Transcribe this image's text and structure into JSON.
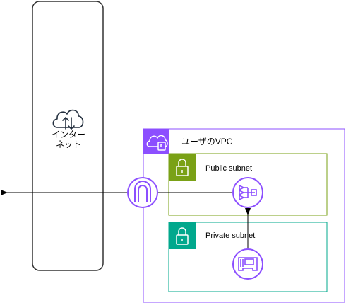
{
  "internet": {
    "label_line1": "インター",
    "label_line2": "ネット",
    "icon": "internet-cloud-icon"
  },
  "vpc": {
    "label": "ユーザのVPC",
    "icon": "vpc-cloud-icon",
    "color": "#8c4fff"
  },
  "public_subnet": {
    "label": "Public subnet",
    "icon": "lock-icon",
    "color": "#7aa116"
  },
  "private_subnet": {
    "label": "Private subnet",
    "icon": "lock-icon",
    "color": "#01a88d"
  },
  "nodes": {
    "internet_gateway": {
      "icon": "internet-gateway-icon"
    },
    "nat_gateway": {
      "icon": "nat-gateway-icon"
    },
    "eni": {
      "icon": "network-interface-icon"
    }
  }
}
